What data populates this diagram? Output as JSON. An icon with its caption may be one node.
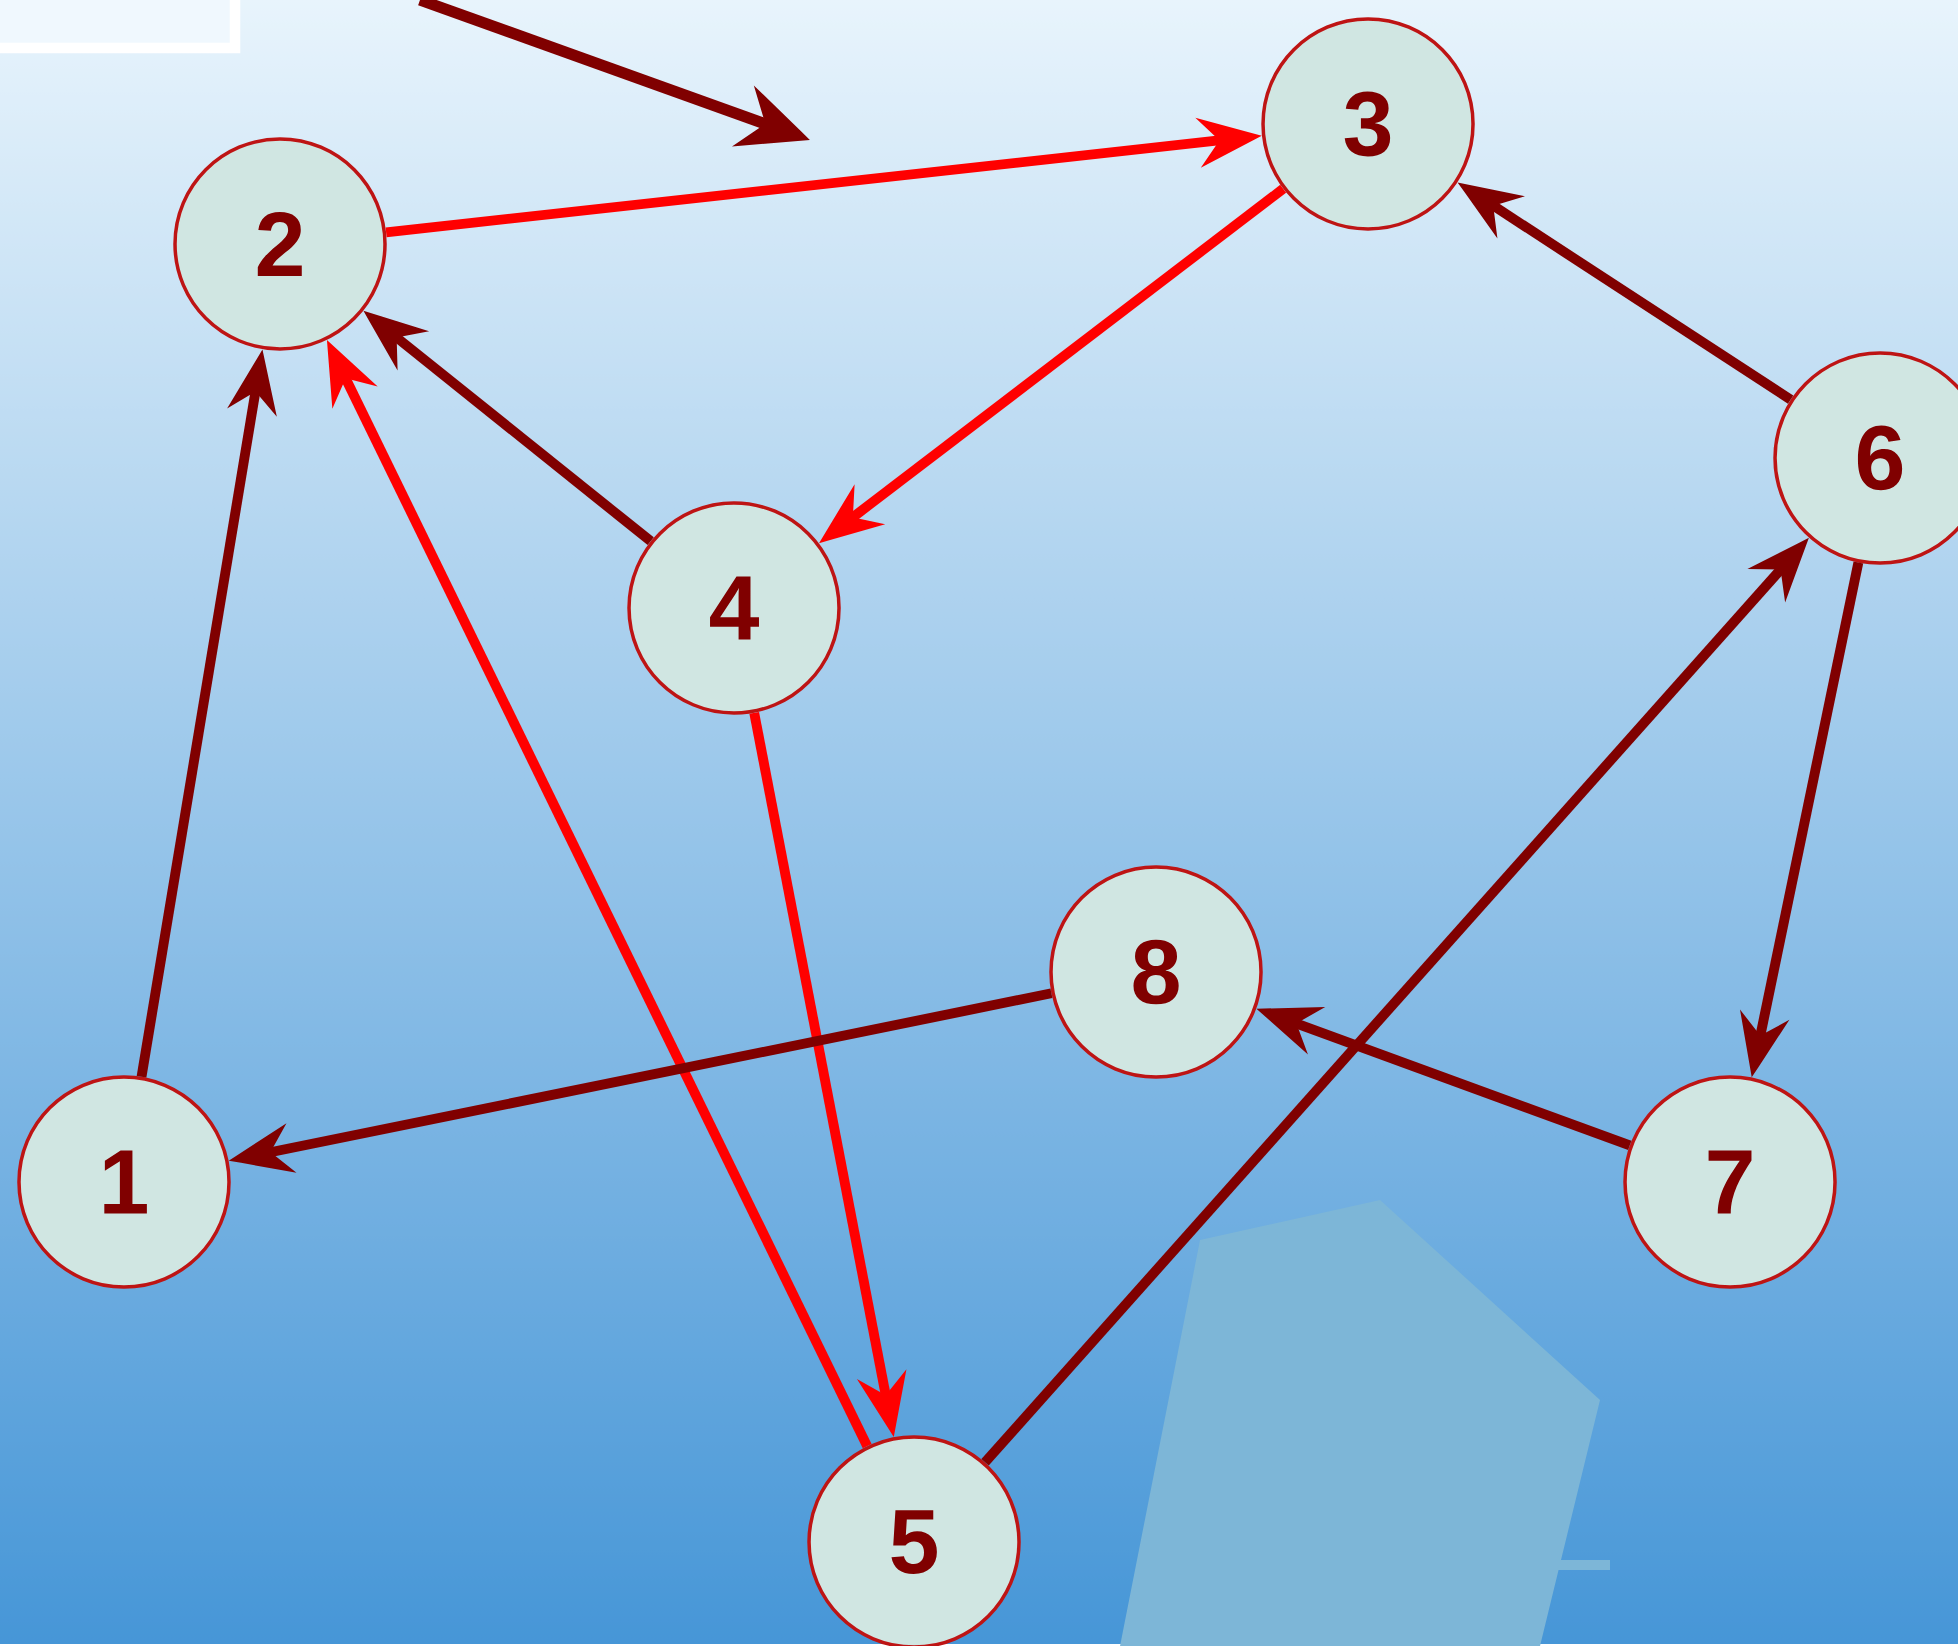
{
  "diagram": {
    "nodes": [
      {
        "text": [],
        "shape": "box"
      },
      {
        "text": [
          "1"
        ]
      },
      {
        "text": [
          "2"
        ]
      },
      {
        "text": [
          "3"
        ]
      },
      {
        "text": [
          "4"
        ]
      },
      {
        "text": [
          "5"
        ]
      },
      {
        "text": [
          "6"
        ]
      },
      {
        "text": [
          "7"
        ]
      },
      {
        "text": [
          "8"
        ]
      }
    ],
    "edges": [
      {
        "from": 1,
        "to": 2,
        "arrow": "to"
      },
      {
        "from": 2,
        "to": 3,
        "arrow": "to",
        "color": "#ff0000"
      },
      {
        "from": 3,
        "to": 4,
        "arrow": "to",
        "color": "#ff0000"
      },
      {
        "from": 4,
        "to": 2,
        "arrow": "to"
      },
      {
        "from": 4,
        "to": 5,
        "arrow": "to",
        "color": "#ff0000"
      },
      {
        "from": 5,
        "to": 2,
        "arrow": "to",
        "color": "#ff0000"
      },
      {
        "from": 5,
        "to": 6,
        "arrow": "to"
      },
      {
        "from": 6,
        "to": 3,
        "arrow": "to"
      },
      {
        "from": 6,
        "to": 7,
        "arrow": "to"
      },
      {
        "from": 7,
        "to": 8,
        "arrow": "to"
      },
      {
        "from": 8,
        "to": 1,
        "arrow": "to"
      }
    ]
  }
}
